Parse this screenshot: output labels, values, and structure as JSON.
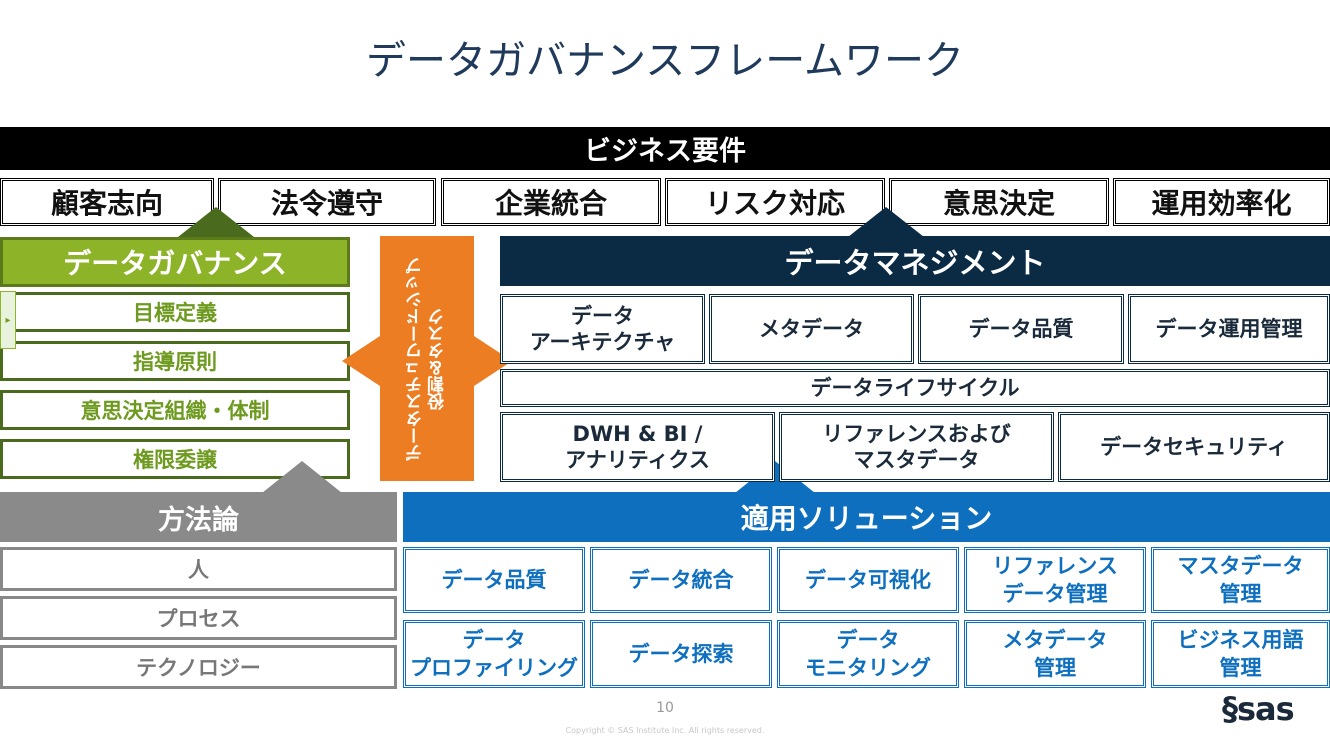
{
  "title": "データガバナンスフレームワーク",
  "business_requirements": {
    "label": "ビジネス要件",
    "items": [
      "顧客志向",
      "法令遵守",
      "企業統合",
      "リスク対応",
      "意思決定",
      "運用効率化"
    ]
  },
  "data_governance": {
    "label": "データガバナンス",
    "items": [
      "目標定義",
      "指導原則",
      "意思決定組織・体制",
      "権限委譲"
    ]
  },
  "stewardship": {
    "label": "データスチュワードシップ\n役割＆タスク"
  },
  "data_management": {
    "label": "データマネジメント",
    "row1": [
      "データ\nアーキテクチャ",
      "メタデータ",
      "データ品質",
      "データ運用管理"
    ],
    "lifecycle": "データライフサイクル",
    "row3": [
      "DWH & BI /\nアナリティクス",
      "リファレンスおよび\nマスタデータ",
      "データセキュリティ"
    ]
  },
  "methodology": {
    "label": "方法論",
    "items": [
      "人",
      "プロセス",
      "テクノロジー"
    ]
  },
  "solutions": {
    "label": "適用ソリューション",
    "row1": [
      "データ品質",
      "データ統合",
      "データ可視化",
      "リファレンス\nデータ管理",
      "マスタデータ\n管理"
    ],
    "row2": [
      "データ\nプロファイリング",
      "データ探索",
      "データ\nモニタリング",
      "メタデータ\n管理",
      "ビジネス用語\n管理"
    ]
  },
  "footer": {
    "page_number": "10",
    "copyright": "Copyright © SAS Institute Inc. All rights reserved.",
    "logo": "§sas"
  },
  "colors": {
    "governance": "#8db428",
    "stewardship": "#ed7d22",
    "management": "#0b2a44",
    "methodology": "#8a8a8a",
    "solutions": "#0e6fbf"
  }
}
